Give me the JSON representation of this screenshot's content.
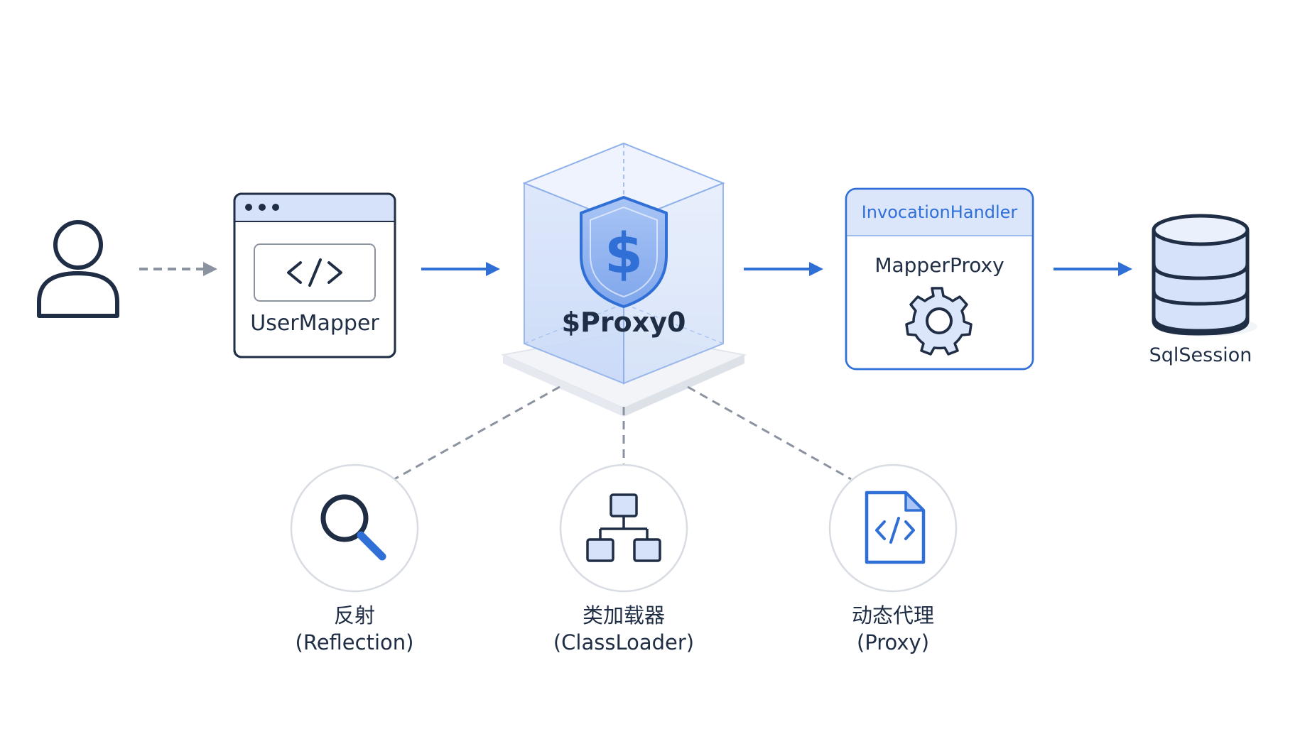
{
  "nodes": {
    "user_mapper": {
      "label": "UserMapper"
    },
    "proxy": {
      "label": "$Proxy0",
      "shield_symbol": "$"
    },
    "invocation_handler": {
      "header": "InvocationHandler",
      "label": "MapperProxy"
    },
    "sql_session": {
      "label": "SqlSession"
    }
  },
  "tools": [
    {
      "zh": "反射",
      "en": "(Reflection)",
      "icon": "magnifier-icon"
    },
    {
      "zh": "类加载器",
      "en": "(ClassLoader)",
      "icon": "hierarchy-icon"
    },
    {
      "zh": "动态代理",
      "en": "(Proxy)",
      "icon": "code-file-icon"
    }
  ],
  "colors": {
    "primary_blue": "#2f6fd6",
    "dark_outline": "#1f2d45",
    "header_fill": "#d6e2fa",
    "gray_dash": "#8c93a0"
  }
}
